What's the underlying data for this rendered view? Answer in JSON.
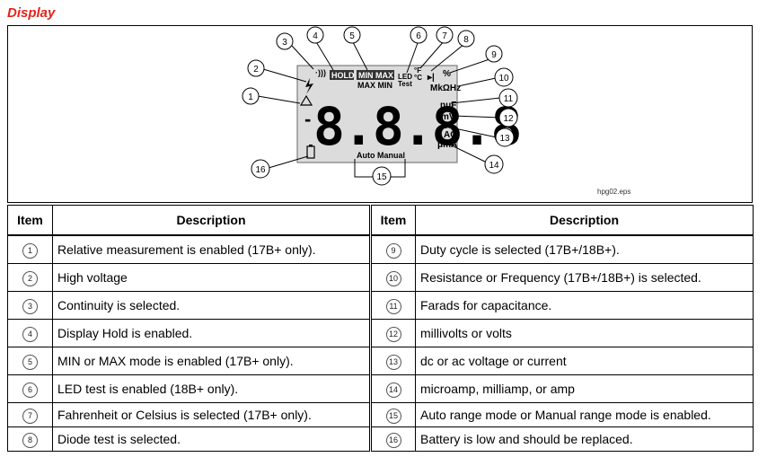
{
  "section_title": "Display",
  "figure": {
    "lcd": {
      "digits": "8.8.8.8",
      "minus": "-",
      "hold": "HOLD",
      "minmax": "MIN MAX",
      "max_min": "MAX MIN",
      "led": "LED",
      "test": "Test",
      "degF": "°F",
      "degC": "°C",
      "diode": "▸|",
      "percent": "%",
      "mkohmhz": "MkΩHz",
      "nuF": "nμF",
      "mV": "mV",
      "DC": "DC",
      "AC": "AC",
      "umA": "μmA",
      "auto": "Auto",
      "manual": "Manual"
    },
    "callouts": [
      "1",
      "2",
      "3",
      "4",
      "5",
      "6",
      "7",
      "8",
      "9",
      "10",
      "11",
      "12",
      "13",
      "14",
      "15",
      "16"
    ],
    "file_label": "hpg02.eps"
  },
  "table": {
    "headers": {
      "item": "Item",
      "description": "Description"
    },
    "left_rows": [
      {
        "num": "1",
        "text": "Relative measurement is enabled (17B+ only)."
      },
      {
        "num": "2",
        "text": "High voltage"
      },
      {
        "num": "3",
        "text": "Continuity is selected."
      },
      {
        "num": "4",
        "text": "Display Hold is enabled."
      },
      {
        "num": "5",
        "text": "MIN or MAX mode is enabled (17B+ only)."
      },
      {
        "num": "6",
        "text": "LED test is enabled (18B+ only)."
      },
      {
        "num": "7",
        "text": "Fahrenheit or Celsius is selected (17B+ only)."
      },
      {
        "num": "8",
        "text": "Diode test is selected."
      }
    ],
    "right_rows": [
      {
        "num": "9",
        "text": "Duty cycle is selected (17B+/18B+)."
      },
      {
        "num": "10",
        "text": "Resistance or Frequency (17B+/18B+) is selected."
      },
      {
        "num": "11",
        "text": "Farads for capacitance."
      },
      {
        "num": "12",
        "text": "millivolts or volts"
      },
      {
        "num": "13",
        "text": "dc or ac voltage or current"
      },
      {
        "num": "14",
        "text": "microamp, milliamp, or amp"
      },
      {
        "num": "15",
        "text": "Auto range mode or Manual range mode is enabled."
      },
      {
        "num": "16",
        "text": "Battery is low and should be replaced."
      }
    ]
  }
}
